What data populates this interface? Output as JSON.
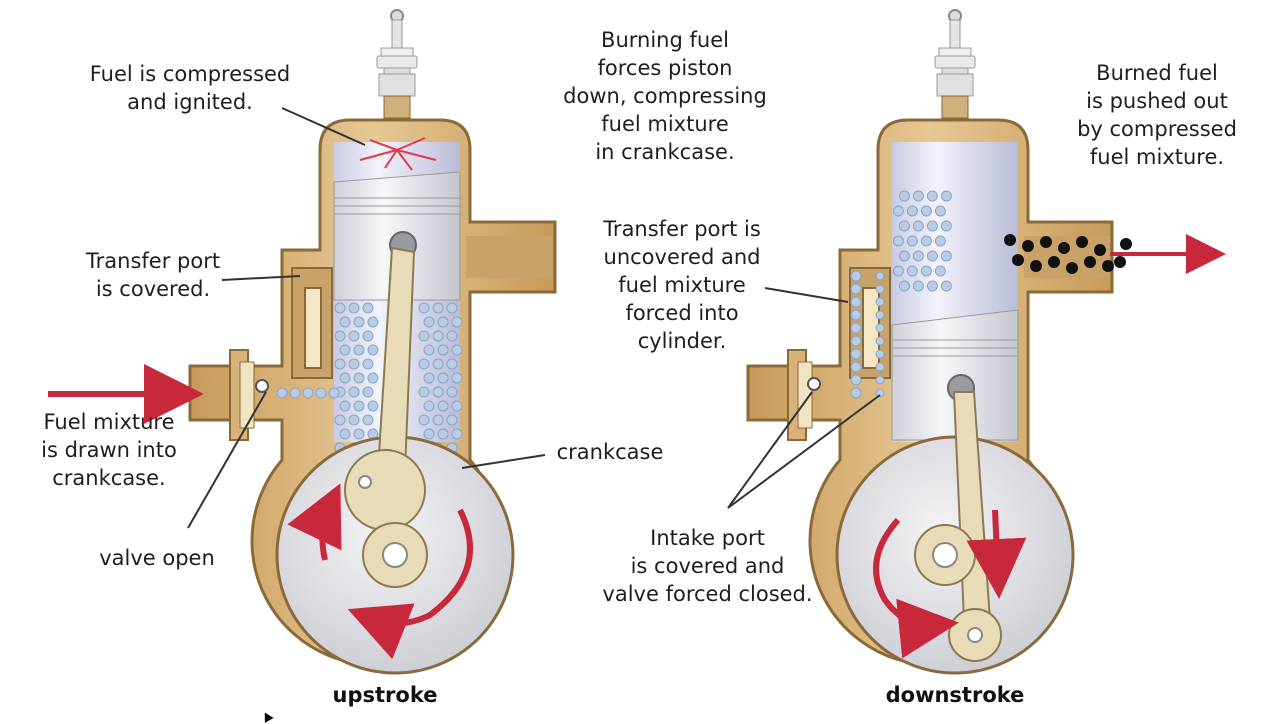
{
  "labels": {
    "fuel_compressed": "Fuel is compressed\nand ignited.",
    "burning_fuel": "Burning fuel\nforces piston\ndown, compressing\nfuel mixture\nin crankcase.",
    "burned_fuel": "Burned fuel\nis pushed out\nby compressed\nfuel mixture.",
    "transfer_covered": "Transfer port\nis covered.",
    "transfer_uncovered": "Transfer port is\nuncovered and\nfuel mixture\nforced into\ncylinder.",
    "fuel_mixture_drawn": "Fuel mixture\nis drawn into\ncrankcase.",
    "crankcase": "crankcase",
    "valve_open": "valve open",
    "intake_port": "Intake port\nis covered and\nvalve forced closed."
  },
  "captions": {
    "upstroke": "upstroke",
    "downstroke": "downstroke"
  },
  "colors": {
    "casing": "#d8b27a",
    "casing_stroke": "#8b6a3a",
    "cylinder": "#dcdcec",
    "piston": "#e8e8ee",
    "rod": "#e6dcc0",
    "bubble": "#b8cce6",
    "arrow": "#c8283c",
    "exhaust": "#111111"
  }
}
